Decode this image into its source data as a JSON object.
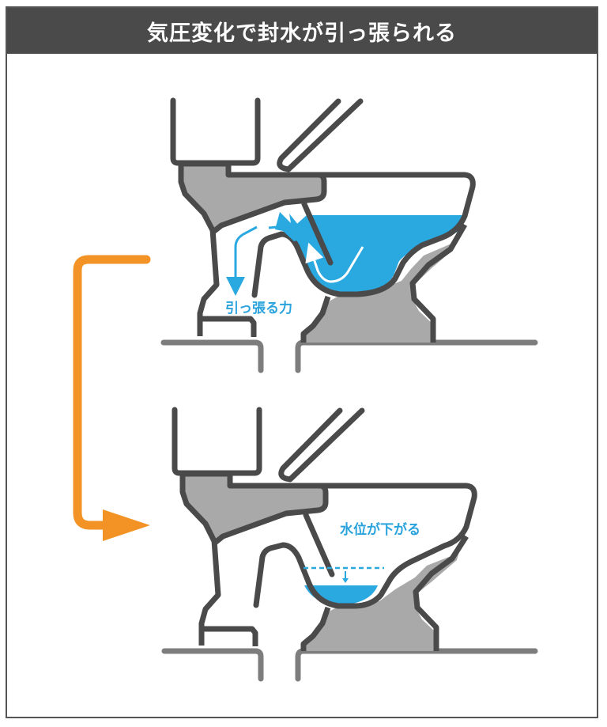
{
  "header": {
    "title": "気圧変化で封水が引っ張られる"
  },
  "colors": {
    "header_bg": "#4a4a4a",
    "outline": "#4a4a4a",
    "fill_gray": "#a9a9a9",
    "water": "#2aa8e0",
    "floor": "#7d7d7d",
    "arrow_orange": "#f39325",
    "label_blue": "#2aa3dd"
  },
  "panels": [
    {
      "id": "before",
      "label": "引っ張る力",
      "description": "Air pressure change pulls seal water from the trap toward the drain pipe",
      "icons": [
        "toilet-cross-section",
        "pull-arrow",
        "water-flow-arrow",
        "water-splash"
      ]
    },
    {
      "id": "after",
      "label": "水位が下がる",
      "description": "Seal water level drops below the original dashed line",
      "icons": [
        "toilet-cross-section",
        "dashed-water-level-line",
        "down-arrow"
      ]
    }
  ],
  "connector": {
    "icon": "orange-flow-arrow",
    "from": "before",
    "to": "after"
  }
}
